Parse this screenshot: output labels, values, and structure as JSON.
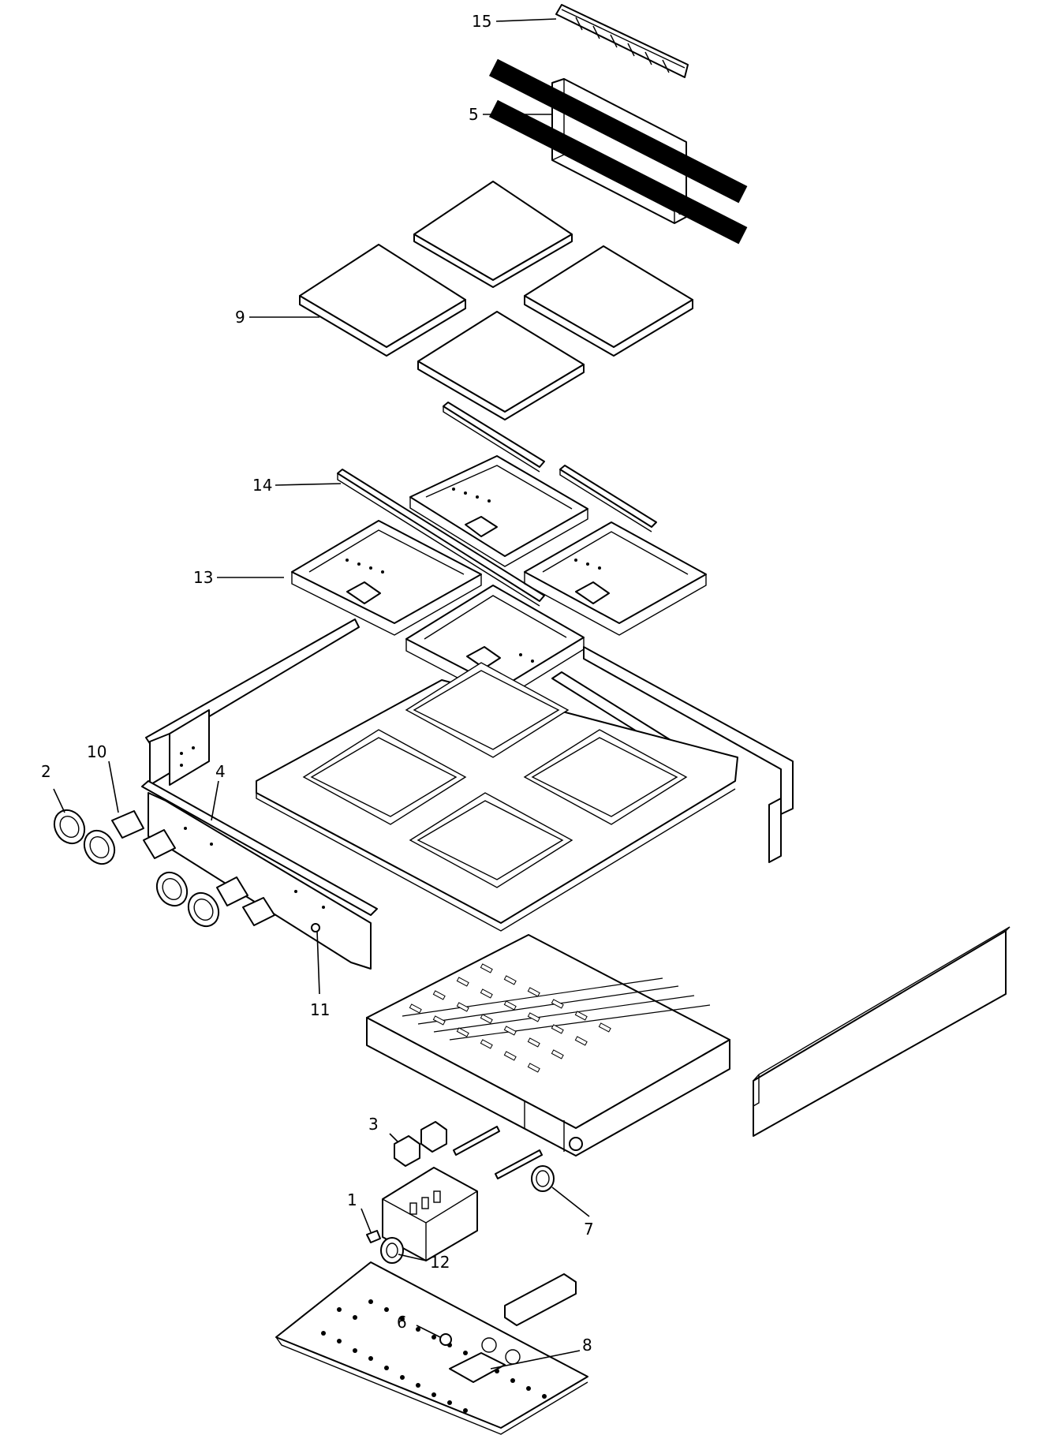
{
  "callouts": {
    "c1": "1",
    "c2": "2",
    "c3": "3",
    "c4": "4",
    "c5": "5",
    "c6": "6",
    "c7": "7",
    "c8": "8",
    "c9": "9",
    "c10": "10",
    "c11": "11",
    "c12": "12",
    "c13": "13",
    "c14": "14",
    "c15": "15"
  },
  "colors": {
    "line": "#000000",
    "background": "#ffffff"
  }
}
